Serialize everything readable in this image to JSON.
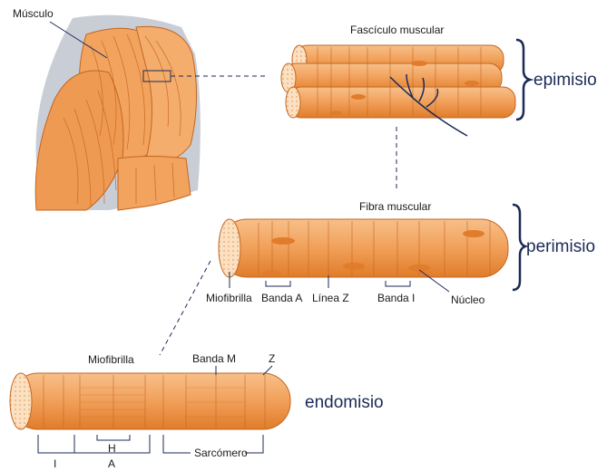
{
  "colors": {
    "muscle": "#f2a35e",
    "muscle_light": "#f7c08a",
    "muscle_dark": "#e07c2a",
    "line": "#c5651f",
    "end_face": "#fbe1c2",
    "navy": "#1b2a57",
    "body_bg": "#c9cdd6"
  },
  "labels": {
    "musculo": "Músculo",
    "fasciculo": "Fascículo muscular",
    "epimisio": "epimisio",
    "fibra": "Fibra muscular",
    "perimisio": "perimisio",
    "miofibrilla_top": "Miofibrilla",
    "banda_a": "Banda A",
    "linea_z": "Línea Z",
    "banda_i": "Banda I",
    "nucleo": "Núcleo",
    "miofibrilla_bottom": "Miofibrilla",
    "banda_m": "Banda M",
    "z": "Z",
    "endomisio": "endomisio",
    "h": "H",
    "i": "I",
    "a": "A",
    "sarcomero": "Sarcómero"
  }
}
